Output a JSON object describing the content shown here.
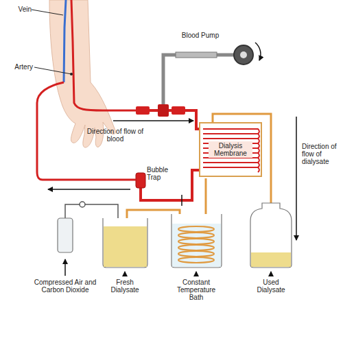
{
  "diagram": {
    "nodes": [
      {
        "text": [
          "Dialysis Membrane"
        ]
      }
    ],
    "labels": [
      "Vein",
      "Artery",
      "Blood Pump",
      "Direction of flow of blood",
      "Bubble Trap",
      "Direction of flow of dialysate",
      "Compressed Air and Carbon Dioxide",
      "Fresh Dialysate",
      "Constant Temperature Bath",
      "Used Dialysate"
    ]
  }
}
